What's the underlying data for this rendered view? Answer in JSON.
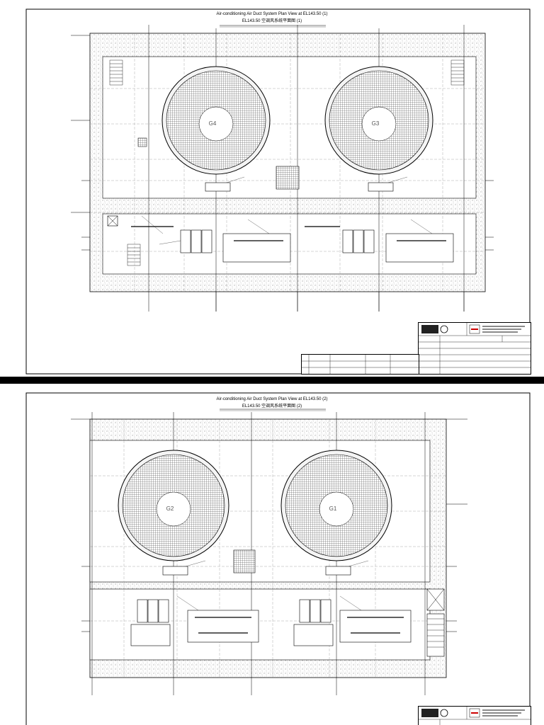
{
  "sheets": [
    {
      "title": "Air-conditioning Air Duct System Plan View at EL143.50 (1)",
      "subtitle": "EL143.50 空调风系统平面图 (1)",
      "units": [
        "G4",
        "G3"
      ]
    },
    {
      "title": "Air-conditioning Air Duct System Plan View at EL143.50 (2)",
      "subtitle": "EL143.50 空调风系统平面图 (2)",
      "units": [
        "G2",
        "G1"
      ]
    }
  ],
  "colors": {
    "background": "#000000",
    "paper": "#ffffff",
    "line": "#000000"
  }
}
